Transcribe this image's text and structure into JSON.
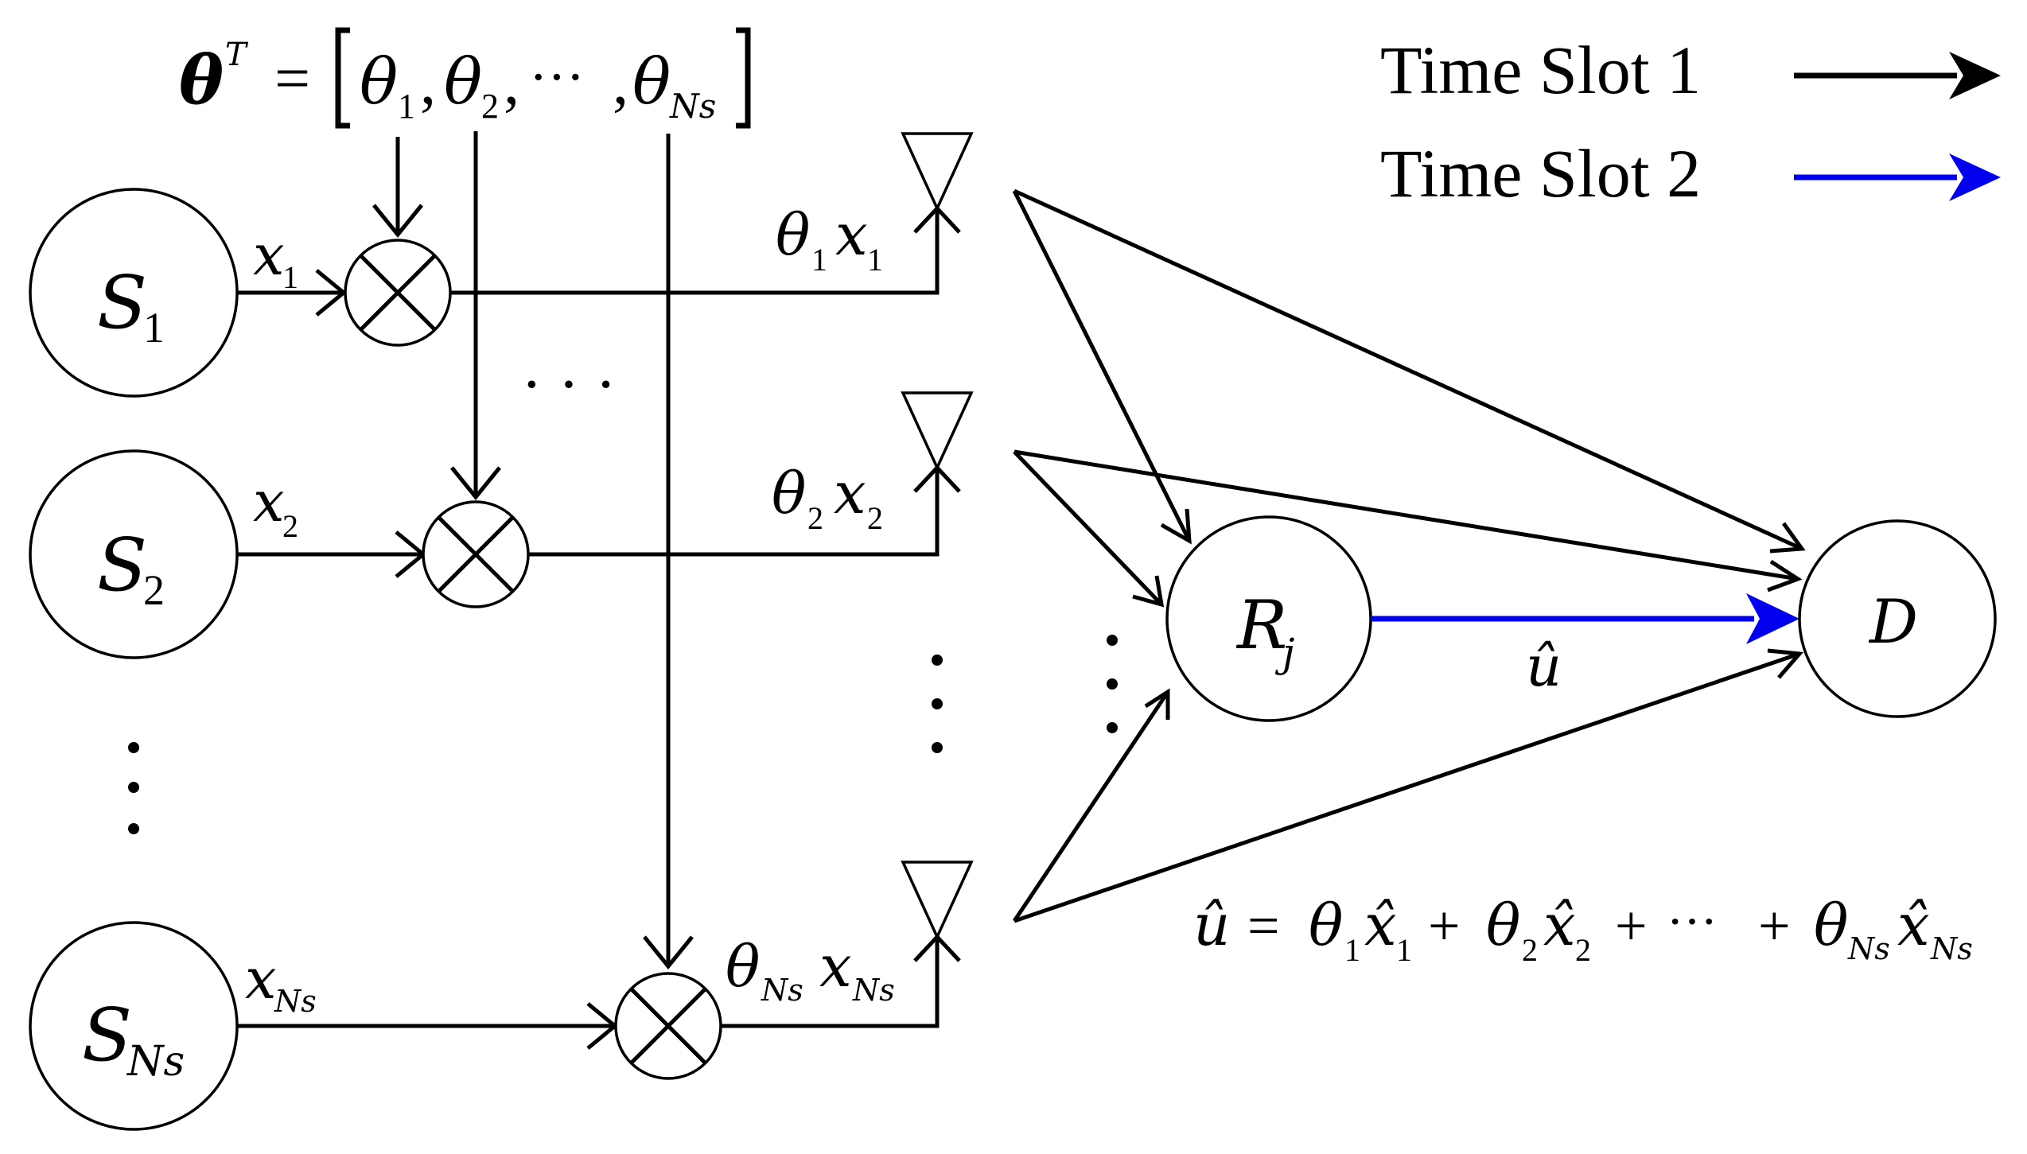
{
  "legend": {
    "slot1_label": "Time Slot 1",
    "slot2_label": "Time Slot 2",
    "slot1_color": "#000000",
    "slot2_color": "#0000ee"
  },
  "coefficient_vector": {
    "lhs": "θ",
    "sup": "T",
    "eq": "=",
    "theta1": "θ",
    "sub1": "1",
    "theta2": "θ",
    "sub2": "2",
    "ellipsis": "···",
    "thetaN": "θ",
    "subN": "Ns"
  },
  "sources": [
    {
      "letter": "S",
      "sub": "1",
      "signal": "x",
      "signal_sub": "1"
    },
    {
      "letter": "S",
      "sub": "2",
      "signal": "x",
      "signal_sub": "2"
    },
    {
      "letter": "S",
      "sub": "Ns",
      "signal": "x",
      "signal_sub": "Ns"
    }
  ],
  "products": [
    {
      "theta": "θ",
      "theta_sub": "1",
      "x": "x",
      "x_sub": "1"
    },
    {
      "theta": "θ",
      "theta_sub": "2",
      "x": "x",
      "x_sub": "2"
    },
    {
      "theta": "θ",
      "theta_sub": "Ns",
      "x": "x",
      "x_sub": "Ns"
    }
  ],
  "relay": {
    "letter": "R",
    "sub": "j"
  },
  "destination": {
    "letter": "D"
  },
  "relay_output": "û",
  "equation": {
    "lhs": "û",
    "eq": "=",
    "t1": "θ",
    "t1s": "1",
    "x1": "x̂",
    "x1s": "1",
    "plus1": "+",
    "t2": "θ",
    "t2s": "2",
    "x2": "x̂",
    "x2s": "2",
    "plus2": "+",
    "dots": "···",
    "plus3": "+",
    "tn": "θ",
    "tns": "Ns",
    "xn": "x̂",
    "xns": "Ns"
  },
  "ellipsis_glyph": "· · ·"
}
